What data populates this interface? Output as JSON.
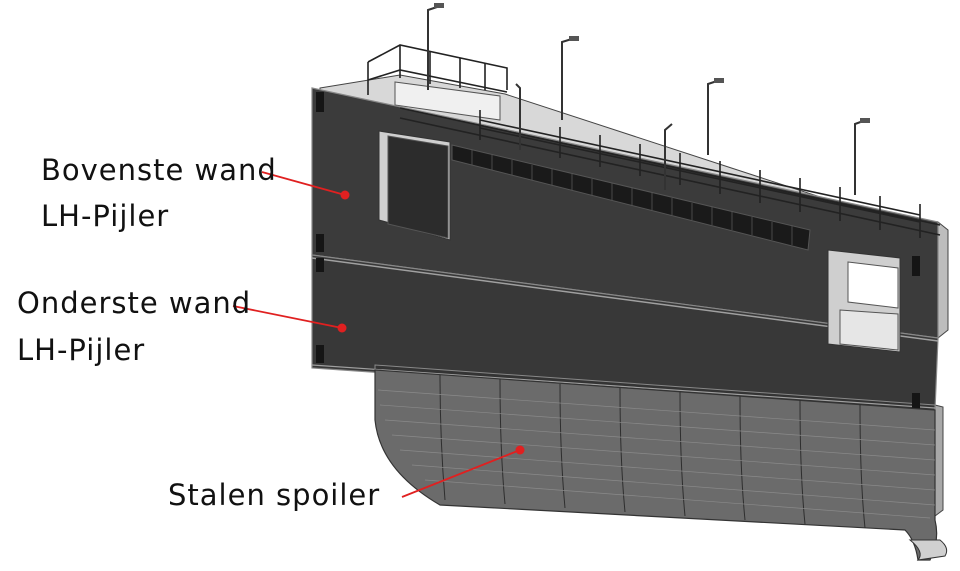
{
  "labels": {
    "upper_wall_line1": "Bovenste wand",
    "upper_wall_line2": "LH-Pijler",
    "lower_wall_line1": "Onderste wand",
    "lower_wall_line2": "LH-Pijler",
    "spoiler": "Stalen spoiler"
  },
  "colors": {
    "wall": "#3b3b3b",
    "wall_dark": "#2b2b2b",
    "edge": "#9a9a9a",
    "spoiler": "#6b6b6b",
    "railing": "#222222",
    "leader": "#e02020"
  }
}
